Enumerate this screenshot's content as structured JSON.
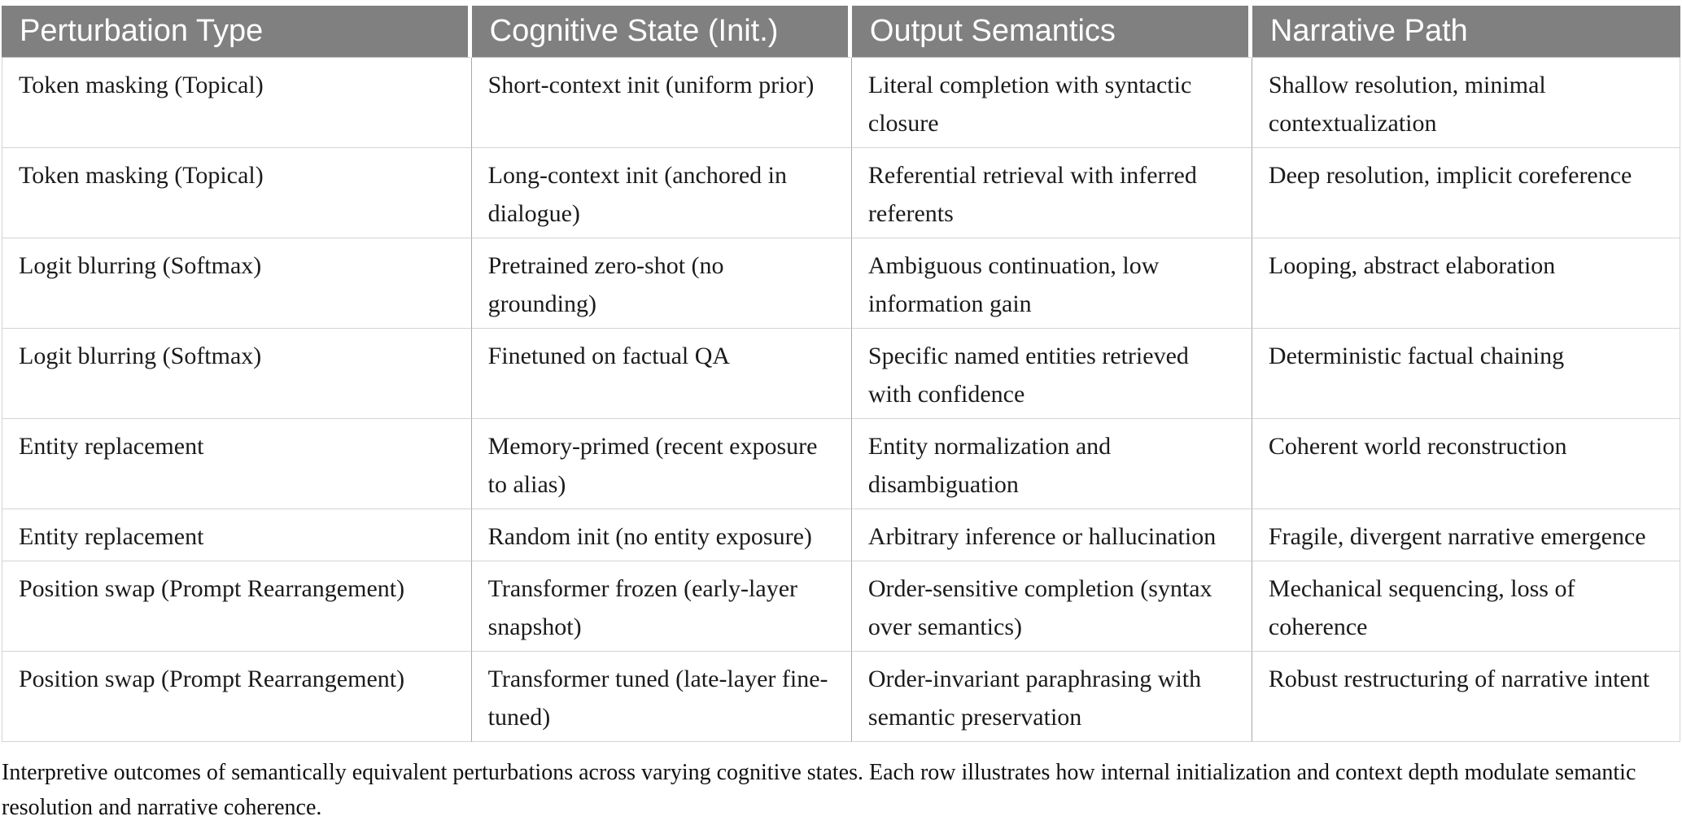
{
  "table": {
    "columns": [
      "Perturbation Type",
      "Cognitive State (Init.)",
      "Output Semantics",
      "Narrative Path"
    ],
    "rows": [
      [
        "Token masking (Topical)",
        "Short-context init (uniform prior)",
        "Literal completion with syntactic closure",
        "Shallow resolution, minimal contextualization"
      ],
      [
        "Token masking (Topical)",
        "Long-context init (anchored in dialogue)",
        "Referential retrieval with inferred referents",
        "Deep resolution, implicit coreference"
      ],
      [
        "Logit blurring (Softmax)",
        "Pretrained zero-shot (no grounding)",
        "Ambiguous continuation, low information gain",
        "Looping, abstract elaboration"
      ],
      [
        "Logit blurring (Softmax)",
        "Finetuned on factual QA",
        "Specific named entities retrieved with confidence",
        "Deterministic factual chaining"
      ],
      [
        "Entity replacement",
        "Memory-primed (recent exposure to alias)",
        "Entity normalization and disambiguation",
        "Coherent world reconstruction"
      ],
      [
        "Entity replacement",
        "Random init (no entity exposure)",
        "Arbitrary inference or hallucination",
        "Fragile, divergent narrative emergence"
      ],
      [
        "Position swap (Prompt Rearrangement)",
        "Transformer frozen (early-layer snapshot)",
        "Order-sensitive completion (syntax over semantics)",
        "Mechanical sequencing, loss of coherence"
      ],
      [
        "Position swap (Prompt Rearrangement)",
        "Transformer tuned (late-layer fine-tuned)",
        "Order-invariant paraphrasing with semantic preservation",
        "Robust restructuring of narrative intent"
      ]
    ]
  },
  "caption": "Interpretive outcomes of semantically equivalent perturbations across varying cognitive states. Each row illustrates how internal initialization and context depth modulate semantic resolution and narrative coherence.",
  "colors": {
    "header_bg": "#808080",
    "header_text": "#ffffff",
    "body_text": "#1b1b1b",
    "divider_vertical": "#a9a9a9",
    "divider_horizontal": "#d4d4d4",
    "caption_text": "#111111"
  }
}
